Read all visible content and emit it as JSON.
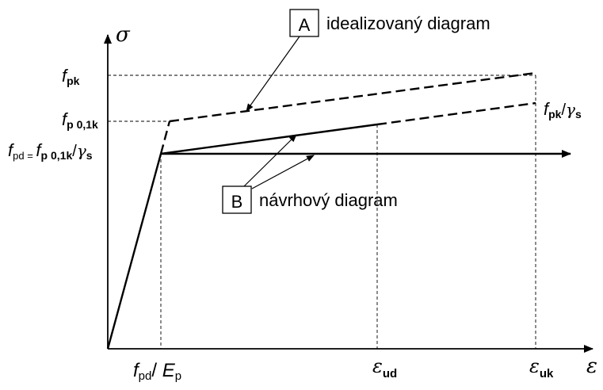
{
  "axes": {
    "y_symbol": "σ",
    "x_symbol": "ε"
  },
  "y_ticks": {
    "fpk": {
      "base": "f",
      "sub": "pk"
    },
    "fp01k": {
      "base": "f",
      "sub": "p 0,1k"
    },
    "fpd": {
      "base": "f",
      "sub": "pd",
      "eq": " = ",
      "rhs_base": "f",
      "rhs_sub": "p 0,1k",
      "slash": "/",
      "gamma": "γ",
      "gamma_sub": "s"
    }
  },
  "x_ticks": {
    "fpd_ep": {
      "base": "f",
      "sub": "pd",
      "slash": "/ ",
      "e": "E",
      "e_sub": "p"
    },
    "eud": {
      "base": "ε",
      "sub": "ud"
    },
    "euk": {
      "base": "ε",
      "sub": "uk"
    }
  },
  "annotations": {
    "fpk_gamma": {
      "base": "f",
      "sub": "pk",
      "slash": "/",
      "gamma": "γ",
      "gamma_sub": "s"
    },
    "box_a": {
      "letter": "A",
      "text": "idealizovaný diagram"
    },
    "box_b": {
      "letter": "B",
      "text": "návrhový diagram"
    }
  }
}
